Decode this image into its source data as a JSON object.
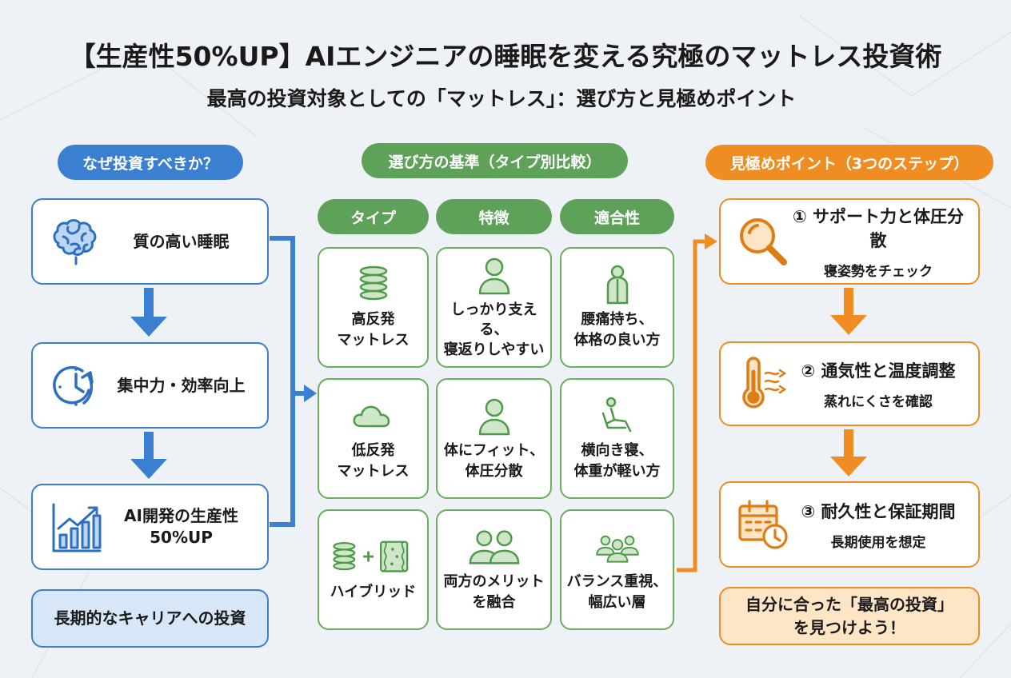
{
  "title": "【生産性50%UP】AIエンジニアの睡眠を変える究極のマットレス投資術",
  "subtitle": "最高の投資対象としての「マットレス」：選び方と見極めポイント",
  "colors": {
    "blue": "#3b7fd1",
    "green": "#5ea25a",
    "orange": "#ef8d22",
    "background": "#eef1f5"
  },
  "left": {
    "header": "なぜ投資すべきか？",
    "items": [
      {
        "icon": "brain-icon",
        "label": "質の高い睡眠"
      },
      {
        "icon": "clock-up-arrow-icon",
        "label": "集中力・効率向上"
      },
      {
        "icon": "bar-chart-growth-icon",
        "label": "AI開発の生産性\n50%UP"
      }
    ],
    "conclusion": "長期的なキャリアへの投資"
  },
  "middle": {
    "header": "選び方の基準（タイプ別比較）",
    "columns": [
      "タイプ",
      "特徴",
      "適合性"
    ],
    "rows": [
      {
        "type": {
          "icon": "spring-icon",
          "label": "高反発\nマットレス"
        },
        "feature": {
          "icon": "person-icon",
          "label": "しっかり支える、\n寝返りしやすい"
        },
        "fit": {
          "icon": "person-back-icon",
          "label": "腰痛持ち、\n体格の良い方"
        }
      },
      {
        "type": {
          "icon": "cloud-icon",
          "label": "低反発\nマットレス"
        },
        "feature": {
          "icon": "person-icon",
          "label": "体にフィット、\n体圧分散"
        },
        "fit": {
          "icon": "side-sleeper-icon",
          "label": "横向き寝、\n体重が軽い方"
        }
      },
      {
        "type": {
          "icon": "spring-plus-foam-icon",
          "label": "ハイブリッド"
        },
        "feature": {
          "icon": "two-people-icon",
          "label": "両方のメリット\nを融合"
        },
        "fit": {
          "icon": "group-icon",
          "label": "バランス重視、\n幅広い層"
        }
      }
    ]
  },
  "right": {
    "header": "見極めポイント（3つのステップ）",
    "steps": [
      {
        "icon": "magnifier-icon",
        "title": "① サポート力と体圧分散",
        "sub": "寝姿勢をチェック"
      },
      {
        "icon": "thermometer-icon",
        "title": "② 通気性と温度調整",
        "sub": "蒸れにくさを確認"
      },
      {
        "icon": "calendar-clock-icon",
        "title": "③ 耐久性と保証期間",
        "sub": "長期使用を想定"
      }
    ],
    "conclusion": "自分に合った「最高の投資」\nを見つけよう！"
  }
}
